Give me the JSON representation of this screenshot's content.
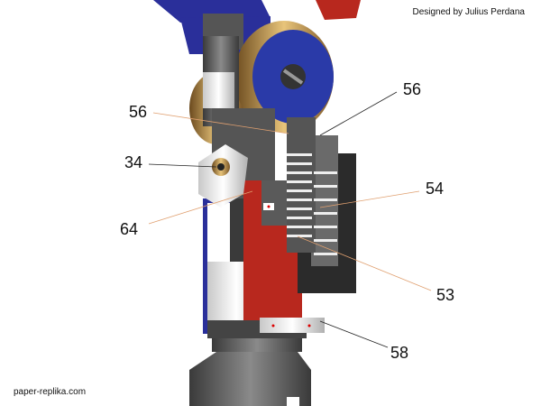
{
  "credit": "Designed by Julius Perdana",
  "website": "paper-replika.com",
  "labels": {
    "part_56_left": "56",
    "part_56_right": "56",
    "part_34": "34",
    "part_54": "54",
    "part_64": "64",
    "part_53": "53",
    "part_58": "58"
  },
  "colors": {
    "robot_red": "#b8281e",
    "robot_blue": "#2a2f9a",
    "metal_gray": "#5a5a5a",
    "gold": "#c09040",
    "leader_orange": "#e0a070",
    "leader_black": "#222222"
  }
}
